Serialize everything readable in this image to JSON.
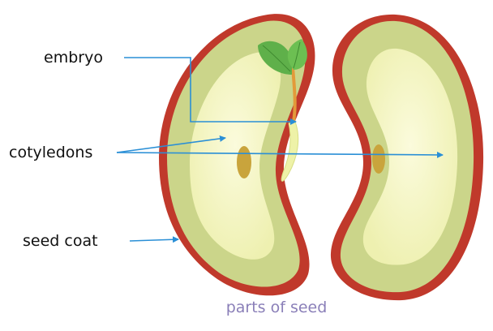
{
  "labels": {
    "embryo": "embryo",
    "cotyledons": "cotyledons",
    "seed_coat": "seed coat"
  },
  "caption": "parts of seed",
  "colors": {
    "seed_coat": "#c0392b",
    "cotyledon_outer": "#cbd58a",
    "cotyledon_inner": "#f6f4c2",
    "leaf": "#5fb04a",
    "pointer": "#2a8fd6",
    "caption": "#8a7fb8"
  }
}
